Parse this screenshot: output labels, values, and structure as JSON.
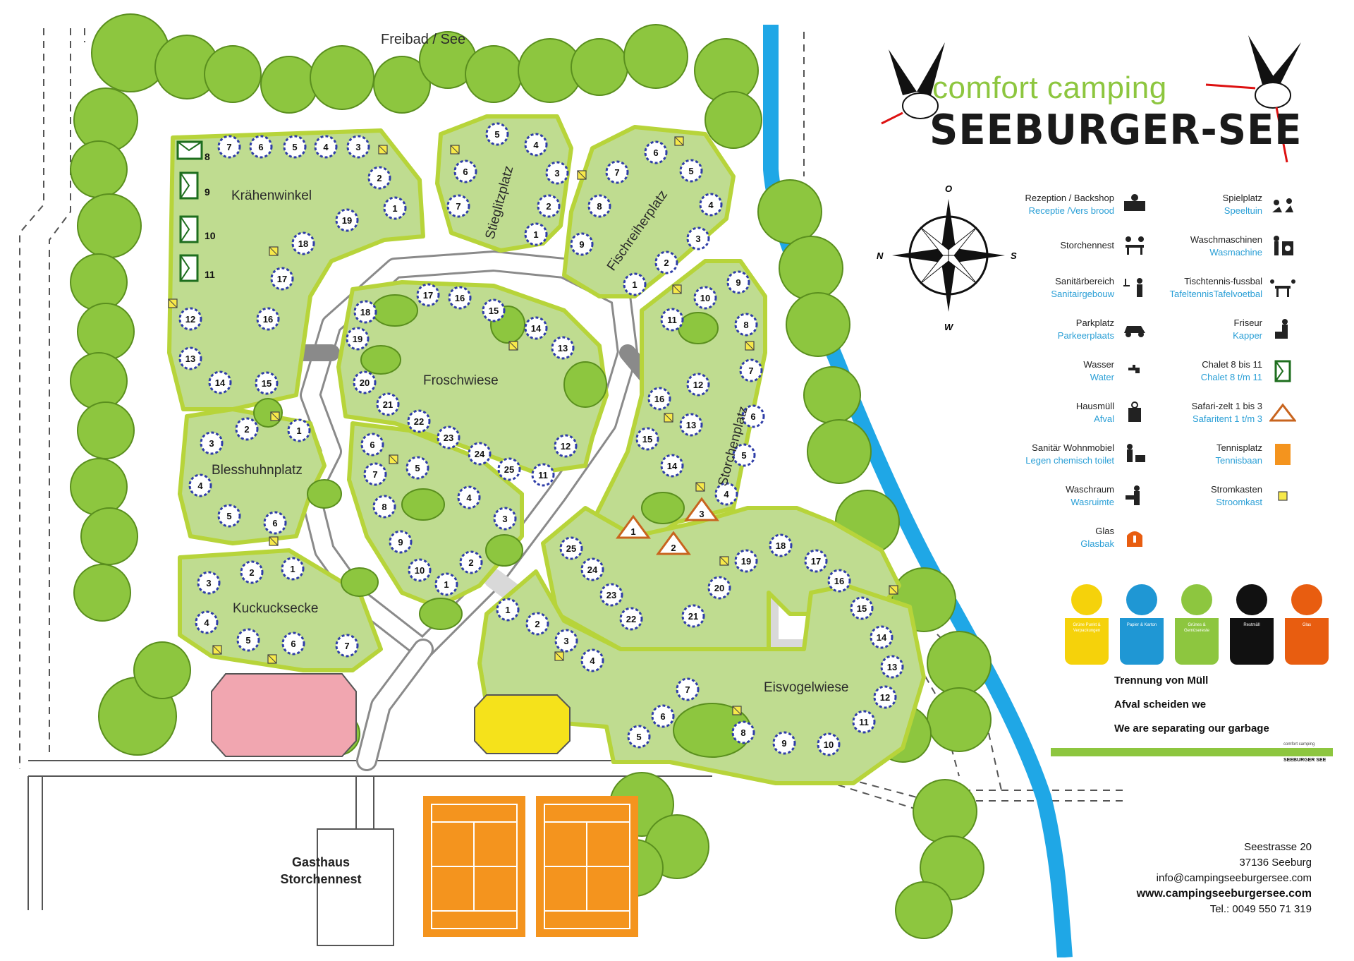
{
  "header": {
    "top_label": "Freibad / See",
    "brand_line1": "comfort camping",
    "brand_line2": "SEEBURGER-SEE"
  },
  "compass": {
    "north": "O",
    "east": "S",
    "south": "W",
    "west": "N"
  },
  "areas": {
    "kraehenwinkel": "Krähenwinkel",
    "stieglitzplatz": "Stieglitzplatz",
    "fischreiherplatz": "Fischreiherplatz",
    "froschwiese": "Froschwiese",
    "blesshuhnplatz": "Blesshuhnplatz",
    "storchenplatz": "Storchenplatz",
    "kuckucksecke": "Kuckucksecke",
    "eisvogelwiese": "Eisvogelwiese",
    "gasthaus": "Gasthaus",
    "storchennest": "Storchennest"
  },
  "chalets": [
    "8",
    "9",
    "10",
    "11"
  ],
  "safari_tents": [
    "1",
    "2",
    "3"
  ],
  "legend": {
    "left": [
      {
        "de": "Rezeption / Backshop",
        "nl": "Receptie /Vers brood",
        "icon": "reception-icon"
      },
      {
        "de": "Storchennest",
        "nl": "",
        "icon": "restaurant-icon"
      },
      {
        "de": "Sanitärbereich",
        "nl": "Sanitairgebouw",
        "icon": "shower-icon"
      },
      {
        "de": "Parkplatz",
        "nl": "Parkeerplaats",
        "icon": "car-icon"
      },
      {
        "de": "Wasser",
        "nl": "Water",
        "icon": "water-tap-icon"
      },
      {
        "de": "Hausmüll",
        "nl": "Afval",
        "icon": "trash-icon"
      },
      {
        "de": "Sanitär Wohnmobiel",
        "nl": "Legen chemisch toilet",
        "icon": "chemical-toilet-icon"
      },
      {
        "de": "Waschraum",
        "nl": "Wasruimte",
        "icon": "washroom-icon"
      },
      {
        "de": "Glas",
        "nl": "Glasbak",
        "icon": "glass-bin-icon"
      }
    ],
    "right": [
      {
        "de": "Spielplatz",
        "nl": "Speeltuin",
        "icon": "playground-icon"
      },
      {
        "de": "Waschmaschinen",
        "nl": "Wasmachine",
        "icon": "washing-machine-icon"
      },
      {
        "de": "Tischtennis-fussbal",
        "nl": "TafeltennisTafelvoetbal",
        "icon": "table-tennis-icon"
      },
      {
        "de": "Friseur",
        "nl": "Kapper",
        "icon": "hairdresser-icon"
      },
      {
        "de": "Chalet 8 bis 11",
        "nl": "Chalet 8 t/m 11",
        "icon": "chalet-icon"
      },
      {
        "de": "Safari-zelt 1 bis 3",
        "nl": "Safaritent 1 t/m 3",
        "icon": "safari-tent-icon"
      },
      {
        "de": "Tennisplatz",
        "nl": "Tennisbaan",
        "icon": "tennis-court-icon"
      },
      {
        "de": "Stromkasten",
        "nl": "Stroomkast",
        "icon": "power-box-icon"
      }
    ]
  },
  "waste": {
    "bins": [
      {
        "title": "Grüne Punkt & Verpackungen",
        "color": "#f5d20b"
      },
      {
        "title": "Papier & Karton",
        "color": "#1f97d4"
      },
      {
        "title": "Grünes & Gemüsereste",
        "color": "#8dc63f"
      },
      {
        "title": "Restmüll",
        "color": "#111111"
      },
      {
        "title": "Glas",
        "color": "#e85d10"
      }
    ],
    "title_de": "Trennung von Müll",
    "title_nl": "Afval scheiden we",
    "title_en": "We are separating our garbage",
    "footer_brand": "comfort camping",
    "footer_name": "SEEBURGER SEE"
  },
  "address": {
    "street": "Seestrasse 20",
    "city": "37136 Seeburg",
    "email": "info@campingseeburgersee.com",
    "web": "www.campingseeburgersee.com",
    "phone": "Tel.: 0049 550 71 319"
  },
  "colors": {
    "meadow": "#bfdc90",
    "meadow_edge": "#b7d43a",
    "tree": "#8dc63f",
    "road": "#d9d9d9",
    "river": "#1fa7e6",
    "tennis": "#f4941e",
    "pitch_ring": "#2f3ea8",
    "pink_area": "#f1a6b0"
  }
}
